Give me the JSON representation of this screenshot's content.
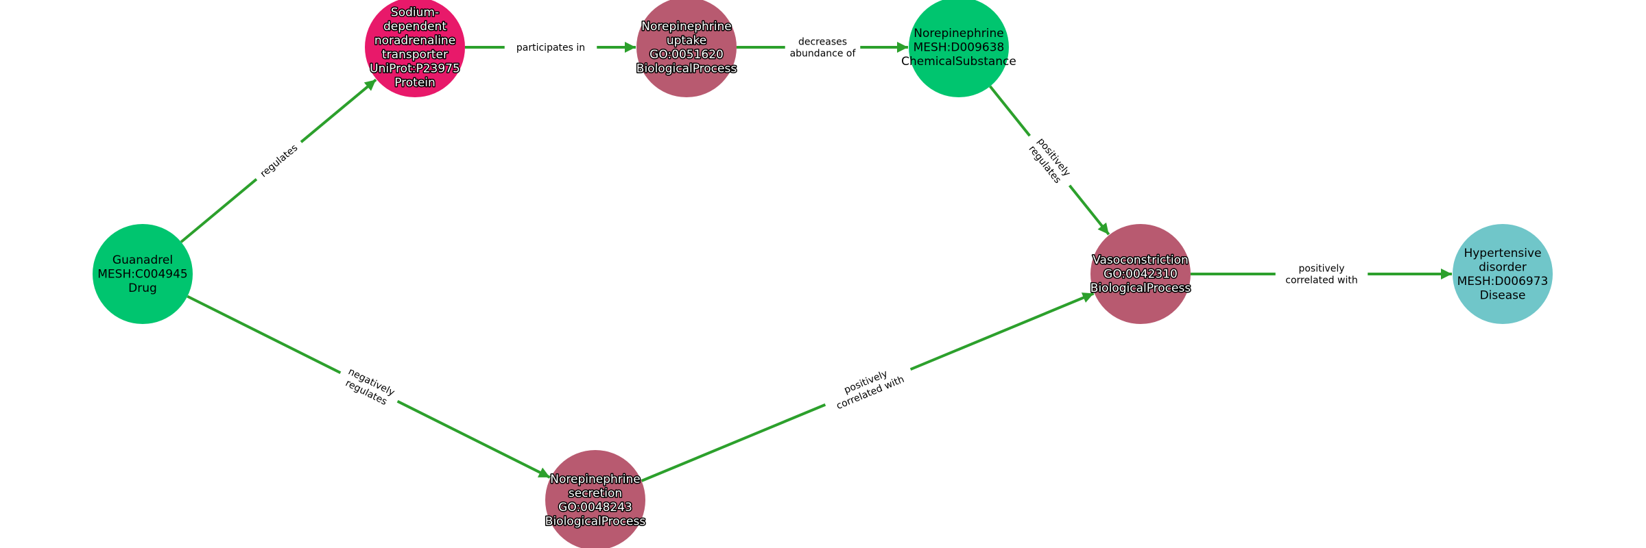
{
  "graph": {
    "nodes": [
      {
        "id": "guanadrel",
        "lines": [
          "Guanadrel",
          "MESH:C004945",
          "Drug"
        ],
        "color": "#00c56f",
        "text_style": "plain"
      },
      {
        "id": "net",
        "lines": [
          "Sodium-",
          "dependent",
          "noradrenaline",
          "transporter",
          "UniProt:P23975",
          "Protein"
        ],
        "color": "#e8196a",
        "text_style": "outlined"
      },
      {
        "id": "uptake",
        "lines": [
          "Norepinephrine",
          "uptake",
          "GO:0051620",
          "BiologicalProcess"
        ],
        "color": "#b85a70",
        "text_style": "outlined"
      },
      {
        "id": "norepinephrine",
        "lines": [
          "Norepinephrine",
          "MESH:D009638",
          "ChemicalSubstance"
        ],
        "color": "#00c56f",
        "text_style": "plain"
      },
      {
        "id": "vasoconstriction",
        "lines": [
          "Vasoconstriction",
          "GO:0042310",
          "BiologicalProcess"
        ],
        "color": "#b85a70",
        "text_style": "outlined"
      },
      {
        "id": "hypertensive",
        "lines": [
          "Hypertensive",
          "disorder",
          "MESH:D006973",
          "Disease"
        ],
        "color": "#70c6c9",
        "text_style": "plain"
      },
      {
        "id": "secretion",
        "lines": [
          "Norepinephrine",
          "secretion",
          "GO:0048243",
          "BiologicalProcess"
        ],
        "color": "#b85a70",
        "text_style": "outlined"
      }
    ],
    "edges": [
      {
        "source": "guanadrel",
        "target": "net",
        "lines": [
          "regulates"
        ]
      },
      {
        "source": "net",
        "target": "uptake",
        "lines": [
          "participates in"
        ]
      },
      {
        "source": "uptake",
        "target": "norepinephrine",
        "lines": [
          "decreases",
          "abundance of"
        ]
      },
      {
        "source": "norepinephrine",
        "target": "vasoconstriction",
        "lines": [
          "positively",
          "regulates"
        ]
      },
      {
        "source": "vasoconstriction",
        "target": "hypertensive",
        "lines": [
          "positively",
          "correlated with"
        ]
      },
      {
        "source": "guanadrel",
        "target": "secretion",
        "lines": [
          "negatively",
          "regulates"
        ]
      },
      {
        "source": "secretion",
        "target": "vasoconstriction",
        "lines": [
          "positively",
          "correlated with"
        ]
      }
    ],
    "edge_color": "#2ca02c"
  }
}
